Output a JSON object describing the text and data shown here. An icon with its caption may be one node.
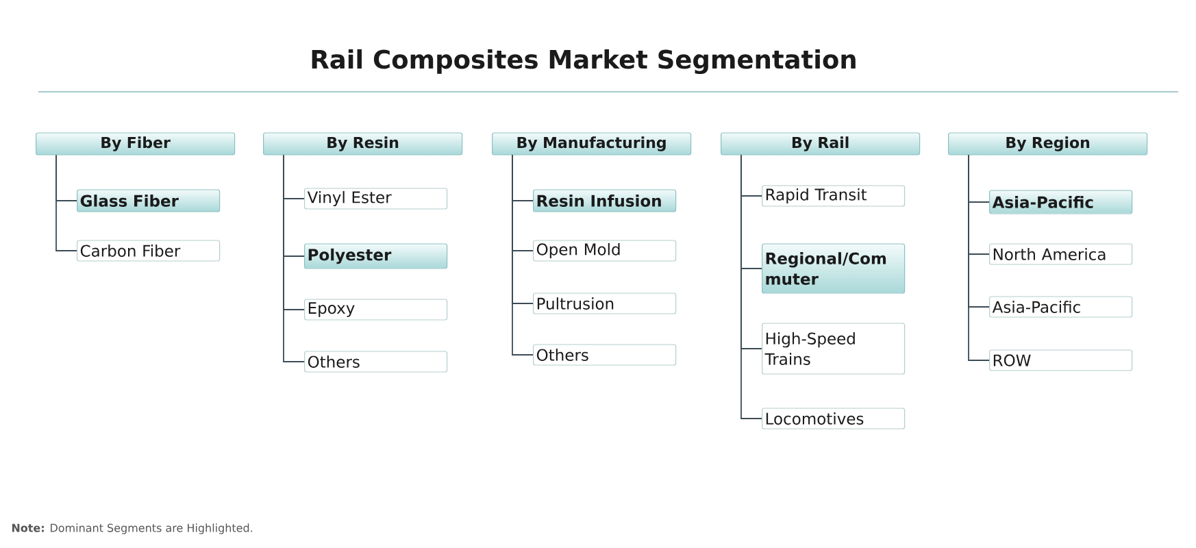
{
  "diagram": {
    "title": "Rail Composites Market Segmentation",
    "nodes": [
      {
        "text": [
          "By Fiber"
        ]
      },
      {
        "text": [
          "Glass Fiber"
        ]
      },
      {
        "text": [
          "Carbon Fiber"
        ]
      },
      {
        "text": [
          "By Resin"
        ]
      },
      {
        "text": [
          "Vinyl Ester"
        ]
      },
      {
        "text": [
          "Polyester"
        ]
      },
      {
        "text": [
          "Epoxy"
        ]
      },
      {
        "text": [
          "Others"
        ]
      },
      {
        "text": [
          "By Manufacturing"
        ]
      },
      {
        "text": [
          "Resin Infusion"
        ]
      },
      {
        "text": [
          "Open Mold"
        ]
      },
      {
        "text": [
          "Pultrusion"
        ]
      },
      {
        "text": [
          "Others"
        ]
      },
      {
        "text": [
          "By Rail"
        ]
      },
      {
        "text": [
          "Rapid Transit"
        ]
      },
      {
        "text": [
          "Regional/Com muter"
        ]
      },
      {
        "text": [
          "High-Speed Trains"
        ]
      },
      {
        "text": [
          "Locomotives"
        ]
      },
      {
        "text": [
          "By Region"
        ]
      },
      {
        "text": [
          "Asia-Pacific"
        ]
      },
      {
        "text": [
          "North America"
        ]
      },
      {
        "text": [
          "Asia-Pacific"
        ]
      },
      {
        "text": [
          "ROW"
        ]
      }
    ],
    "edges": [
      {
        "from": 0,
        "to": 1,
        "arrow": "none"
      },
      {
        "from": 0,
        "to": 2,
        "arrow": "none"
      },
      {
        "from": 3,
        "to": 4,
        "arrow": "none"
      },
      {
        "from": 3,
        "to": 5,
        "arrow": "none"
      },
      {
        "from": 3,
        "to": 6,
        "arrow": "none"
      },
      {
        "from": 3,
        "to": 7,
        "arrow": "none"
      },
      {
        "from": 8,
        "to": 9,
        "arrow": "none"
      },
      {
        "from": 8,
        "to": 10,
        "arrow": "none"
      },
      {
        "from": 8,
        "to": 11,
        "arrow": "none"
      },
      {
        "from": 8,
        "to": 12,
        "arrow": "none"
      },
      {
        "from": 13,
        "to": 14,
        "arrow": "none"
      },
      {
        "from": 13,
        "to": 15,
        "arrow": "none"
      },
      {
        "from": 13,
        "to": 16,
        "arrow": "none"
      },
      {
        "from": 13,
        "to": 17,
        "arrow": "none"
      },
      {
        "from": 18,
        "to": 19,
        "arrow": "none"
      },
      {
        "from": 18,
        "to": 20,
        "arrow": "none"
      },
      {
        "from": 18,
        "to": 21,
        "arrow": "none"
      },
      {
        "from": 18,
        "to": 22,
        "arrow": "none"
      }
    ],
    "labels": [
      "**Note:** Dominant Segments are Highlighted."
    ]
  }
}
